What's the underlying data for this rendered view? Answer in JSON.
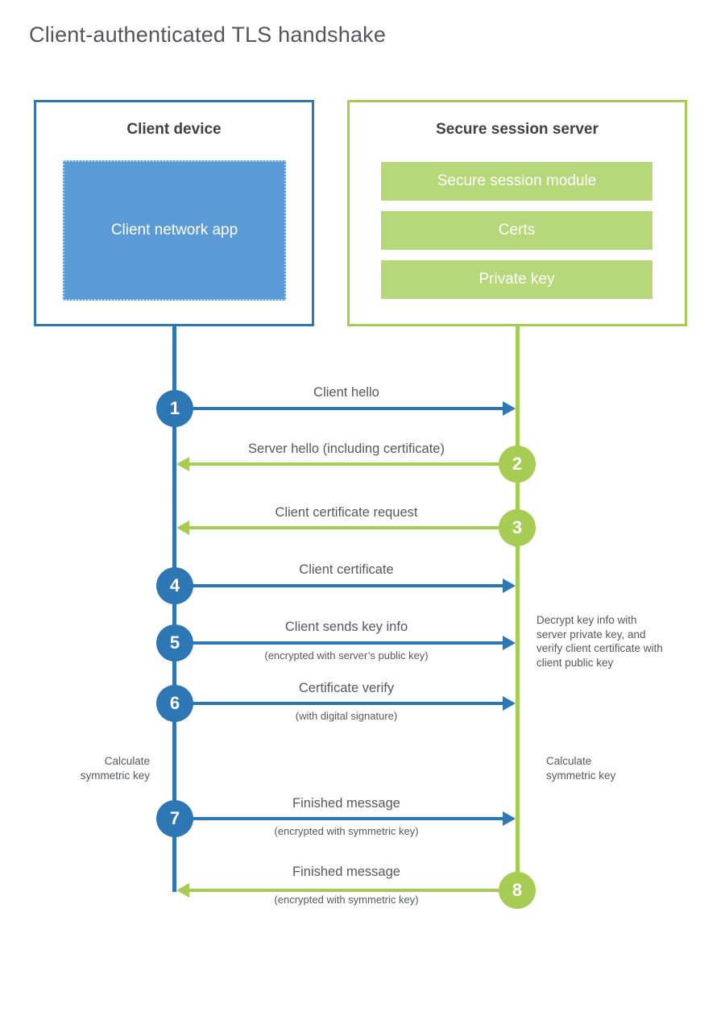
{
  "page": {
    "title": "Client-authenticated TLS handshake"
  },
  "colors": {
    "client_blue": "#2e77b5",
    "client_fill_blue": "#5b9bd5",
    "server_green": "#a6cc54",
    "server_fill_green": "#b6d77a",
    "label_text": "#57585a",
    "heading_text": "#414042"
  },
  "client_box": {
    "title": "Client device",
    "app_label": "Client network app"
  },
  "server_box": {
    "title": "Secure session server",
    "modules": [
      "Secure session module",
      "Certs",
      "Private key"
    ]
  },
  "messages": [
    {
      "step": "1",
      "direction": "client-to-server",
      "label": "Client hello"
    },
    {
      "step": "2",
      "direction": "server-to-client",
      "label": "Server hello (including certificate)"
    },
    {
      "step": "3",
      "direction": "server-to-client",
      "label": "Client certificate request"
    },
    {
      "step": "4",
      "direction": "client-to-server",
      "label": "Client certificate"
    },
    {
      "step": "5",
      "direction": "client-to-server",
      "label": "Client sends key info",
      "sublabel": "(encrypted with server’s public key)"
    },
    {
      "step": "6",
      "direction": "client-to-server",
      "label": "Certificate verify",
      "sublabel": "(with digital signature)"
    },
    {
      "step": "7",
      "direction": "client-to-server",
      "label": "Finished message",
      "sublabel": "(encrypted with symmetric key)"
    },
    {
      "step": "8",
      "direction": "server-to-client",
      "label": "Finished message",
      "sublabel": "(encrypted with symmetric key)"
    }
  ],
  "notes": {
    "decrypt": "Decrypt key info with server private key, and verify client certificate with client public key",
    "calc_client": "Calculate symmetric key",
    "calc_server": "Calculate symmetric key"
  }
}
